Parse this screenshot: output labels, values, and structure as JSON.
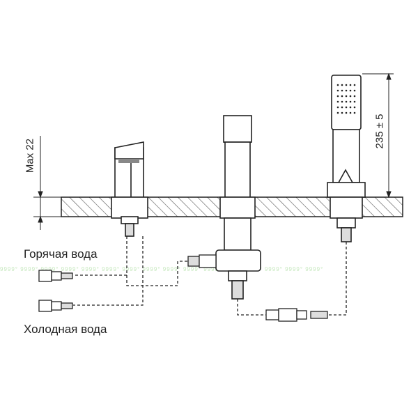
{
  "labels": {
    "hot_water": "Горячая вода",
    "cold_water": "Холодная вода",
    "max_dimension": "Max 22",
    "height_dimension": "235 ± 5"
  },
  "watermark": {
    "text": "9999° 9999° 9999° 9999° 9999° 9999° 9999° 9999° 9999° 9999° 9999° 9999° 9999° 9999° 9999° 9999°"
  },
  "colors": {
    "line": "#2a2a2a",
    "watermark": "#c7e8bf"
  }
}
